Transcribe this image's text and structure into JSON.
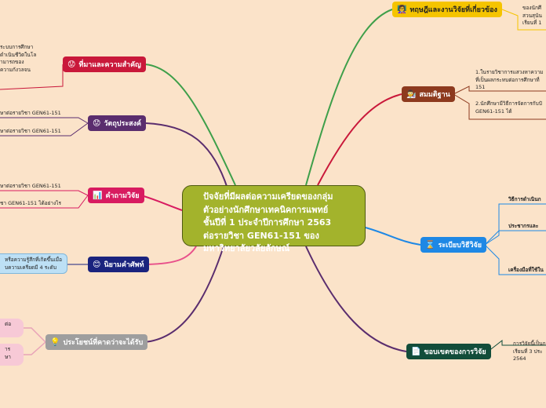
{
  "center": {
    "lines": [
      "ปัจจัยที่มีผลต่อความเครียดของกลุ่ม",
      "ตัวอย่างนักศึกษาเทคนิคการแพทย์",
      "ชั้นปีที่ 1 ประจำปีการศึกษา 2563",
      "ต่อรายวิชา GEN61-151 ของ",
      "มหาวิทยาลัยวลัยลักษณ์"
    ],
    "color": "#a3b32c"
  },
  "branches": {
    "background": {
      "label": "ที่มาและความสำคัญ",
      "icon": "sad-face-icon",
      "glyph": "😟",
      "color": "#c9183a",
      "notes": [
        "ระบบการศึกษา",
        "ดำเนินชีวิตในโล",
        "ามารถของ",
        "ความกังวลจน"
      ]
    },
    "objectives": {
      "label": "วัตถุประสงค์",
      "icon": "worried-face-icon",
      "glyph": "😟",
      "color": "#5a2d6e",
      "notes": [
        "ษาต่อรายวิชา GEN61-151",
        "ษาต่อรายวิชา GEN61-151"
      ]
    },
    "questions": {
      "label": "คำถามวิจัย",
      "icon": "question-chart-icon",
      "glyph": "📊",
      "color": "#d81b60",
      "notes": [
        "ษาต่อรายวิชา GEN61-151",
        "ชา GEN61-151 ได้อย่างไร"
      ]
    },
    "definitions": {
      "label": "นิยามคำศัพท์",
      "icon": "smile-face-icon",
      "glyph": "😊",
      "color": "#1a237e",
      "notes": [
        "หรือความรู้สึกที่เกิดขึ้นเมื่อ",
        "บความเครียดมี 4 ระดับ"
      ]
    },
    "benefits": {
      "label": "ประโยชน์ที่คาดว่าจะได้รับ",
      "icon": "lightbulb-icon",
      "glyph": "💡",
      "color": "#9e9e9e",
      "notes": [
        "ต่อ",
        "าร",
        "ษา"
      ]
    },
    "theory": {
      "label": "ทฤษฎีและงานวิจัยที่เกี่ยวข้อง",
      "icon": "teacher-icon",
      "glyph": "👩‍🏫",
      "color": "#f5c400",
      "notes": [
        "ของนักศึ",
        "สวนสุนัน",
        "เรียนที่ 1"
      ]
    },
    "hypothesis": {
      "label": "สมมติฐาน",
      "icon": "scientist-icon",
      "glyph": "👨‍🔬",
      "color": "#8d3a1e",
      "notes": [
        "1.ในรายวิชาการแสวงหาความ",
        "ที่เป็นผลกระทบต่อการศึกษาที่",
        "151",
        "2.นักศึกษามีวิธีการจัดการกับปั",
        "GEN61-151 ได้"
      ]
    },
    "methodology": {
      "label": "ระเบียบวิธีวิจัย",
      "icon": "hourglass-icon",
      "glyph": "⌛",
      "color": "#1e88e5",
      "notes": [
        "วิธีการดำเนินก",
        "ประชากรและ",
        "เครื่องมือที่ใช้ใน"
      ]
    },
    "scope": {
      "label": "ขอบเขตของการวิจัย",
      "icon": "document-icon",
      "glyph": "📄",
      "color": "#124d3a",
      "notes": [
        "การวิจัยนี้เป็นก",
        "เรียนที่ 3 ประ",
        "2564"
      ]
    }
  }
}
